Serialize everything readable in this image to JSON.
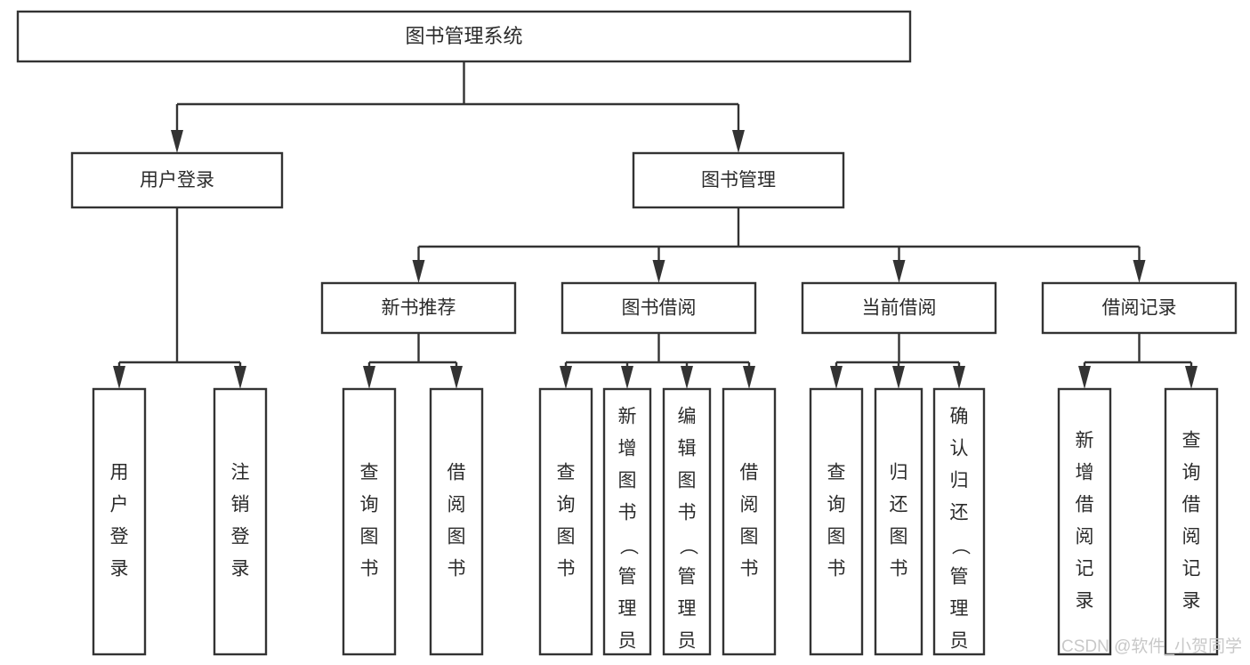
{
  "diagram": {
    "title": "图书管理系统",
    "type": "tree-hierarchy-flowchart",
    "colors": {
      "box_border": "#333333",
      "box_fill": "#ffffff",
      "text": "#2b2b2b",
      "connector": "#333333",
      "watermark": "#c8c8c8",
      "background": "#ffffff"
    },
    "root": {
      "label": "图书管理系统"
    },
    "level2": [
      {
        "label": "用户登录"
      },
      {
        "label": "图书管理"
      }
    ],
    "level3": [
      {
        "label": "新书推荐"
      },
      {
        "label": "图书借阅"
      },
      {
        "label": "当前借阅"
      },
      {
        "label": "借阅记录"
      }
    ],
    "leaves": {
      "user_login": [
        {
          "label": "用户登录"
        },
        {
          "label": "注销登录"
        }
      ],
      "new_book_recommend": [
        {
          "label": "查询图书"
        },
        {
          "label": "借阅图书"
        }
      ],
      "book_borrow": [
        {
          "label": "查询图书"
        },
        {
          "label": "新增图书（管理员）"
        },
        {
          "label": "编辑图书（管理员）"
        },
        {
          "label": "借阅图书"
        }
      ],
      "current_borrow": [
        {
          "label": "查询图书"
        },
        {
          "label": "归还图书"
        },
        {
          "label": "确认归还（管理员）"
        }
      ],
      "borrow_record": [
        {
          "label": "新增借阅记录"
        },
        {
          "label": "查询借阅记录"
        }
      ]
    }
  },
  "watermark": {
    "text": "CSDN @软件_小贺同学"
  }
}
